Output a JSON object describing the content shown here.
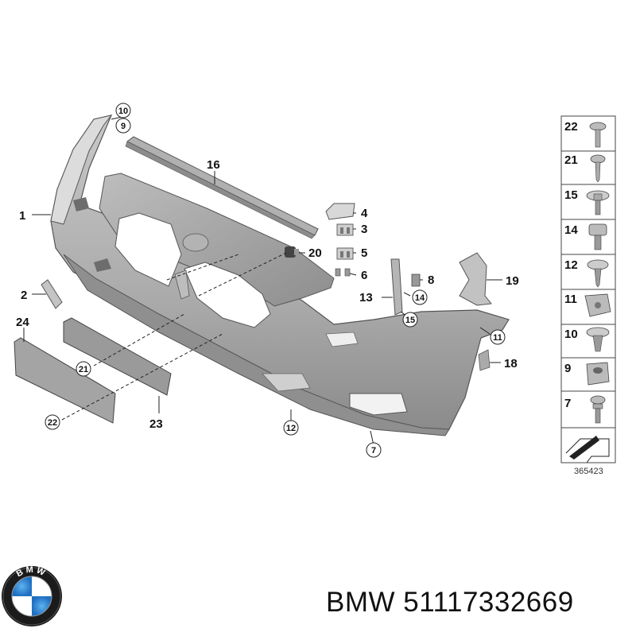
{
  "callouts": {
    "c1": "1",
    "c2": "2",
    "c3": "3",
    "c4": "4",
    "c5": "5",
    "c6": "6",
    "c7": "7",
    "c8": "8",
    "c9": "9",
    "c10": "10",
    "c11": "11",
    "c12": "12",
    "c13": "13",
    "c14": "14",
    "c15": "15",
    "c16": "16",
    "c18": "18",
    "c19": "19",
    "c20": "20",
    "c21": "21",
    "c22": "22",
    "c23": "23",
    "c24": "24"
  },
  "fasteners_panel": {
    "items": [
      "22",
      "21",
      "15",
      "14",
      "12",
      "11",
      "10",
      "9",
      "7"
    ]
  },
  "reference_number": "365423",
  "brand_logo_text": "BMW",
  "part_label": {
    "brand": "BMW",
    "part_number": "51117332669"
  }
}
